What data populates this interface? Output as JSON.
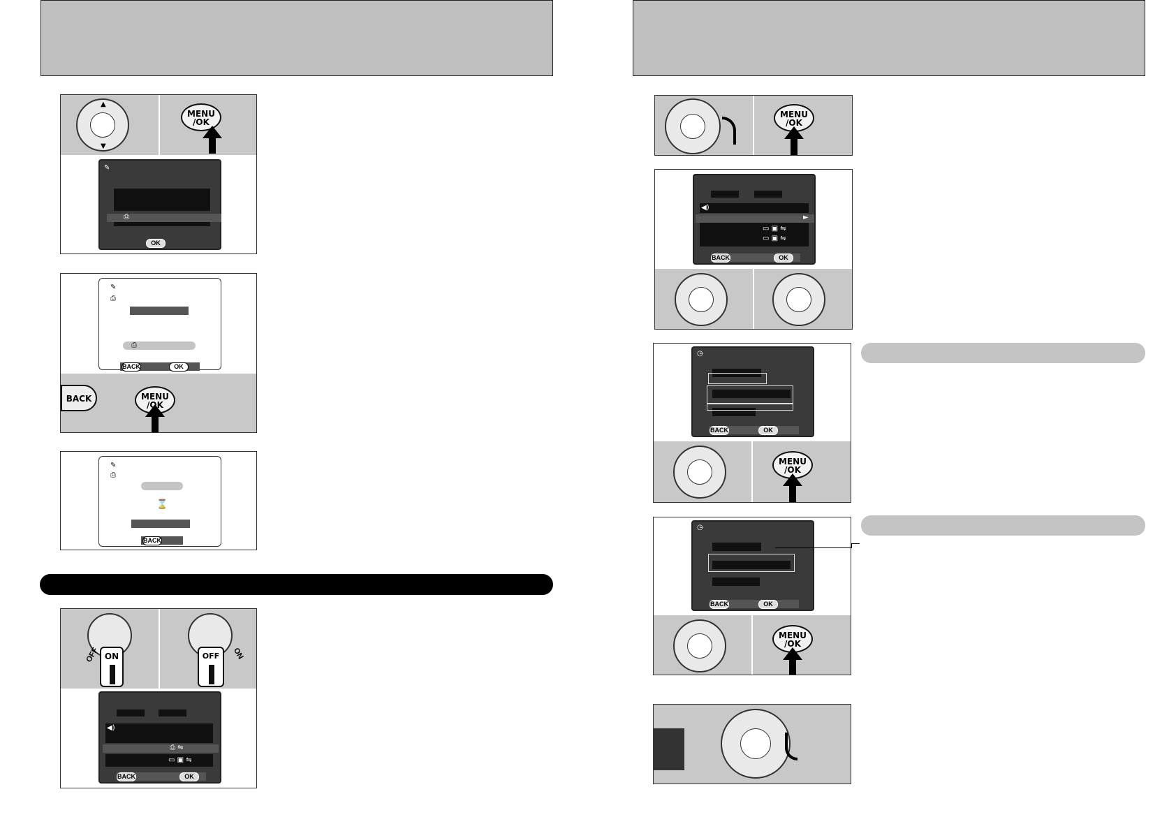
{
  "buttons": {
    "menu_ok_line1": "MENU",
    "menu_ok_line2": "/OK",
    "back": "BACK",
    "ok": "OK",
    "back_small": "BACK"
  },
  "power_switch": {
    "on": "ON",
    "off": "OFF",
    "off_side": "OFF",
    "on_side": "ON"
  },
  "icons": {
    "setup": "wrench-icon",
    "printer": "printer-icon",
    "hourglass": "hourglass-icon",
    "speaker": "speaker-icon",
    "card": "card-icon",
    "usb": "usb-icon",
    "clock": "clock-icon",
    "arrow_right": "right-arrow-icon"
  },
  "colors": {
    "header_gray": "#c0c0c0",
    "screen_dark": "#3a3a3a",
    "pill_gray": "#c4c4c4",
    "black_bar": "#000000"
  }
}
